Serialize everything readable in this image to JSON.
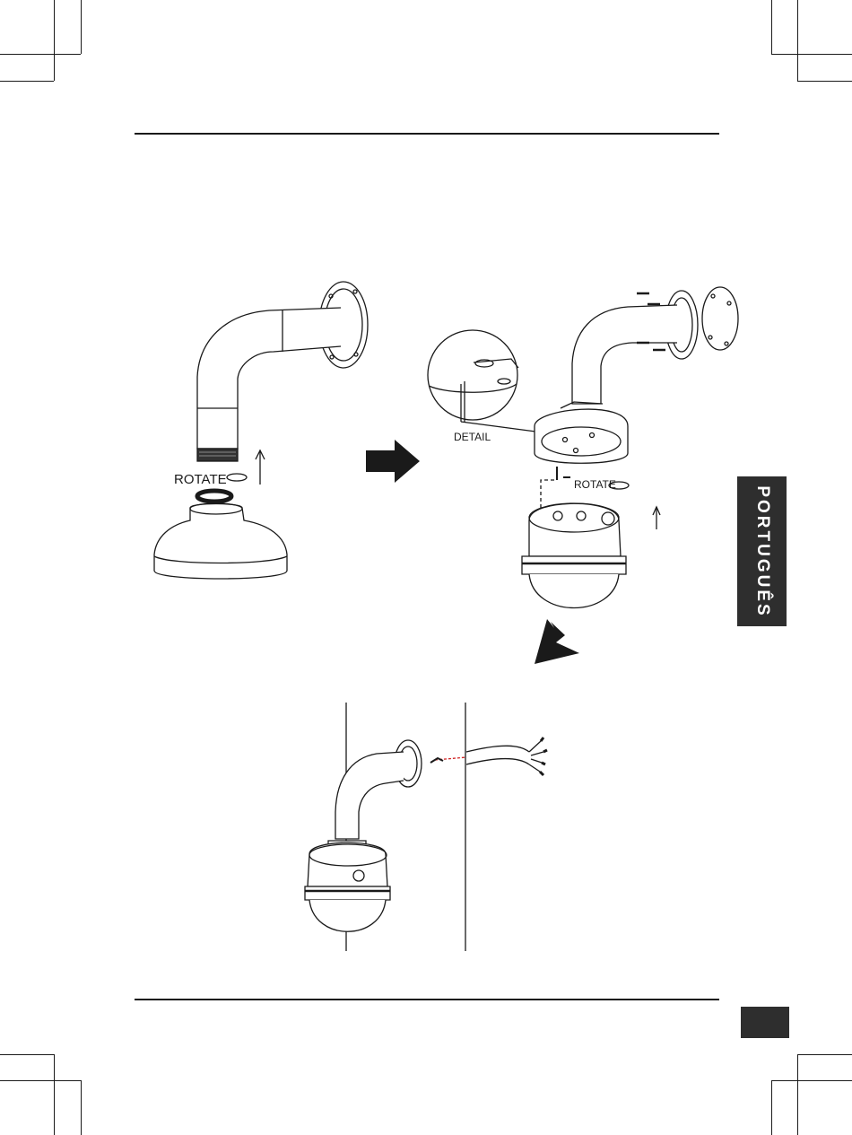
{
  "figure": {
    "step1_label": "ROTATE",
    "step2_label": "ROTATE",
    "detail_label": "DETAIL"
  },
  "side_tab": {
    "language": "PORTUGUÊS"
  },
  "page": {
    "number": ""
  }
}
